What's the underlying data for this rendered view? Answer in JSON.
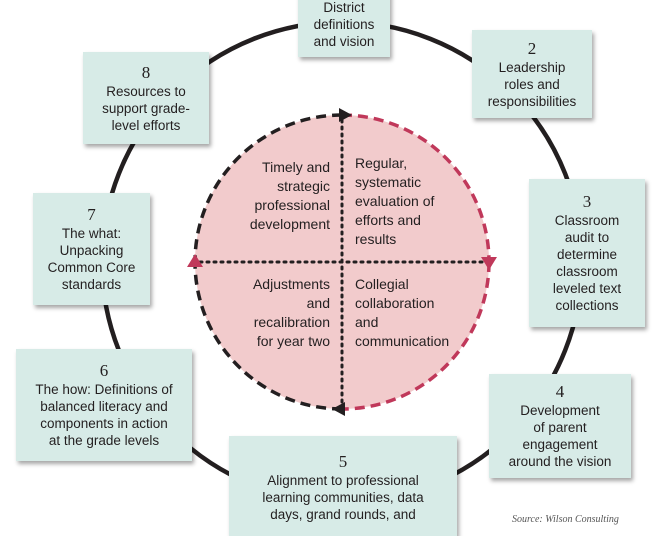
{
  "boxes": [
    {
      "id": "1",
      "number": "",
      "text": "District\ndefinitions\nand vision"
    },
    {
      "id": "2",
      "number": "2",
      "text": "Leadership\nroles and\nresponsibilities"
    },
    {
      "id": "3",
      "number": "3",
      "text": "Classroom\naudit to\ndetermine\nclassroom\nleveled text\ncollections"
    },
    {
      "id": "4",
      "number": "4",
      "text": "Development\nof parent\nengagement\naround the vision"
    },
    {
      "id": "5",
      "number": "5",
      "text": "Alignment to professional\nlearning communities, data\ndays, grand rounds, and"
    },
    {
      "id": "6",
      "number": "6",
      "text": "The how: Definitions of\nbalanced literacy and\ncomponents in action\nat the grade levels"
    },
    {
      "id": "7",
      "number": "7",
      "text": "The what:\nUnpacking\nCommon Core\nstandards"
    },
    {
      "id": "8",
      "number": "8",
      "text": "Resources to\nsupport grade-\nlevel efforts"
    }
  ],
  "center": {
    "top_left": "Timely and\nstrategic\nprofessional\ndevelopment",
    "top_right": "Regular,\nsystematic\nevaluation of\nefforts and\nresults",
    "bottom_left": "Adjustments\nand\nrecalibration\nfor year two",
    "bottom_right": "Collegial\ncollaboration\nand\ncommunication"
  },
  "source": "Source: Wilson Consulting",
  "colors": {
    "box_fill": "#d7ebe7",
    "center_fill": "#f2cbcc",
    "ring": "#231f20",
    "dash_red": "#c0385a",
    "dash_black": "#231f20"
  }
}
